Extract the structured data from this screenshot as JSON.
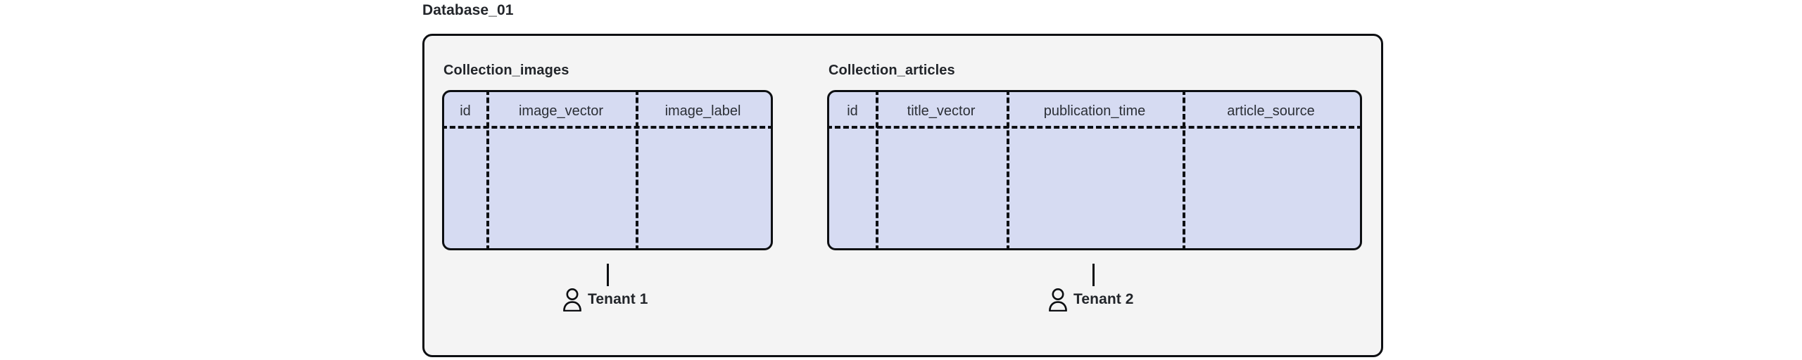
{
  "diagram": {
    "database_title": "Database_01",
    "background": "#ffffff",
    "container_fill": "#f4f4f4",
    "table_fill": "#d6dbf2",
    "stroke": "#0d0f12",
    "collections": [
      {
        "name": "Collection_images",
        "columns": [
          "id",
          "image_vector",
          "image_label"
        ],
        "tenant": {
          "label": "Tenant 1",
          "icon": "person-icon"
        }
      },
      {
        "name": "Collection_articles",
        "columns": [
          "id",
          "title_vector",
          "publication_time",
          "article_source"
        ],
        "tenant": {
          "label": "Tenant 2",
          "icon": "person-icon"
        }
      }
    ]
  }
}
